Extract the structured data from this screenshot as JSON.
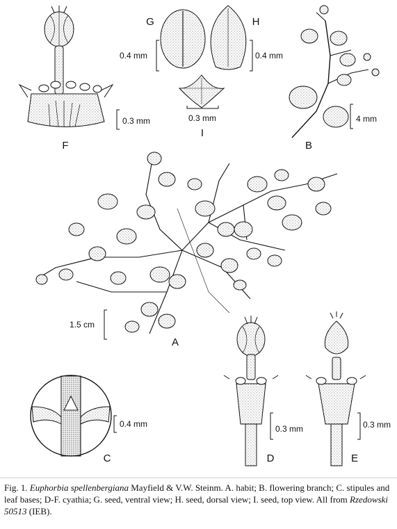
{
  "figure": {
    "panels": [
      {
        "id": "A",
        "label": "A",
        "scale": "1.5 cm"
      },
      {
        "id": "B",
        "label": "B",
        "scale": "4 mm"
      },
      {
        "id": "C",
        "label": "C",
        "scale": "0.4 mm"
      },
      {
        "id": "D",
        "label": "D",
        "scale": "0.3 mm"
      },
      {
        "id": "E",
        "label": "E",
        "scale": "0.3 mm"
      },
      {
        "id": "F",
        "label": "F",
        "scale": "0.3 mm"
      },
      {
        "id": "G",
        "label": "G",
        "scale": "0.4 mm"
      },
      {
        "id": "H",
        "label": "H",
        "scale": "0.4 mm"
      },
      {
        "id": "I",
        "label": "I",
        "scale": "0.3 mm"
      }
    ]
  },
  "caption": {
    "prefix": "Fig. 1. ",
    "species": "Euphorbia spellenbergiana",
    "body": " Mayfield & V.W. Steinm. A. habit; B. flowering branch; C. stipules and leaf bases; D-F. cyathia; G. seed, ventral view; H. seed, dorsal view; I. seed, top view. All from ",
    "collector": "Rzedowski 50513",
    "suffix": " (IEB)."
  }
}
